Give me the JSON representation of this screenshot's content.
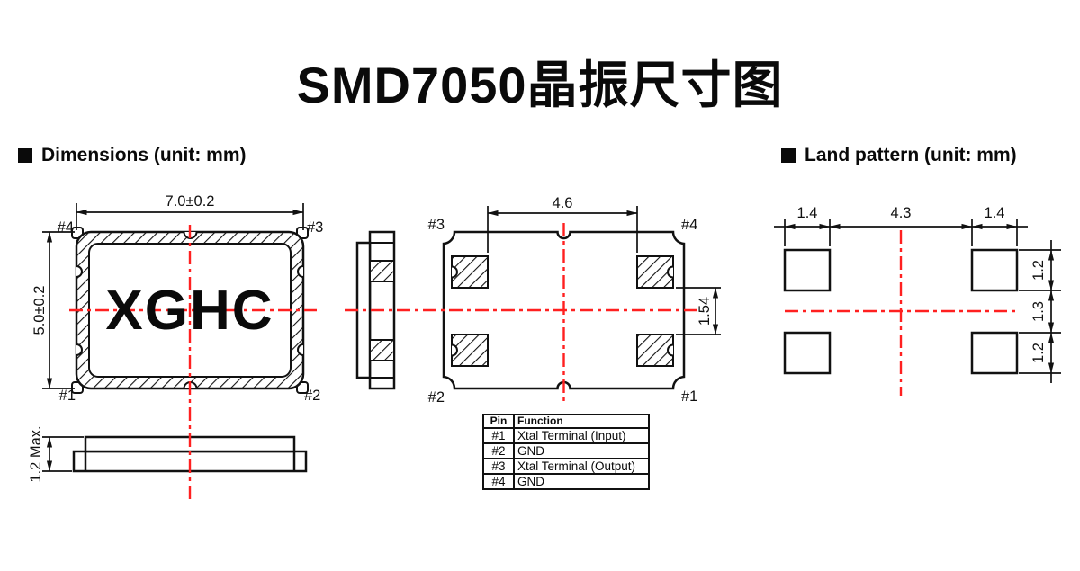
{
  "title": "SMD7050晶振尺寸图",
  "sections": {
    "dimensions": {
      "heading": "Dimensions (unit: mm)"
    },
    "land_pattern": {
      "heading": "Land pattern (unit: mm)"
    }
  },
  "top_view": {
    "brand_marking": "XGHC",
    "width_dim": "7.0±0.2",
    "height_dim": "5.0±0.2",
    "pin_top_left": "#4",
    "pin_top_right": "#3",
    "pin_bottom_left": "#1",
    "pin_bottom_right": "#2"
  },
  "bottom_view": {
    "pad_span_dim": "4.6",
    "pad_gap_dim": "1.54",
    "pin_top_left": "#3",
    "pin_top_right": "#4",
    "pin_bottom_left": "#2",
    "pin_bottom_right": "#1"
  },
  "side_profile": {
    "height_dim": "1.2 Max."
  },
  "land_pattern": {
    "top_dims": [
      "1.4",
      "4.3",
      "1.4"
    ],
    "side_dims": [
      "1.2",
      "1.3",
      "1.2"
    ]
  },
  "pin_table": {
    "headers": [
      "Pin",
      "Function"
    ],
    "rows": [
      {
        "pin": "#1",
        "function": "Xtal Terminal (Input)"
      },
      {
        "pin": "#2",
        "function": "GND"
      },
      {
        "pin": "#3",
        "function": "Xtal Terminal (Output)"
      },
      {
        "pin": "#4",
        "function": "GND"
      }
    ]
  },
  "colors": {
    "line": "#111111",
    "centerline_red": "#ff2020",
    "background": "#ffffff"
  }
}
